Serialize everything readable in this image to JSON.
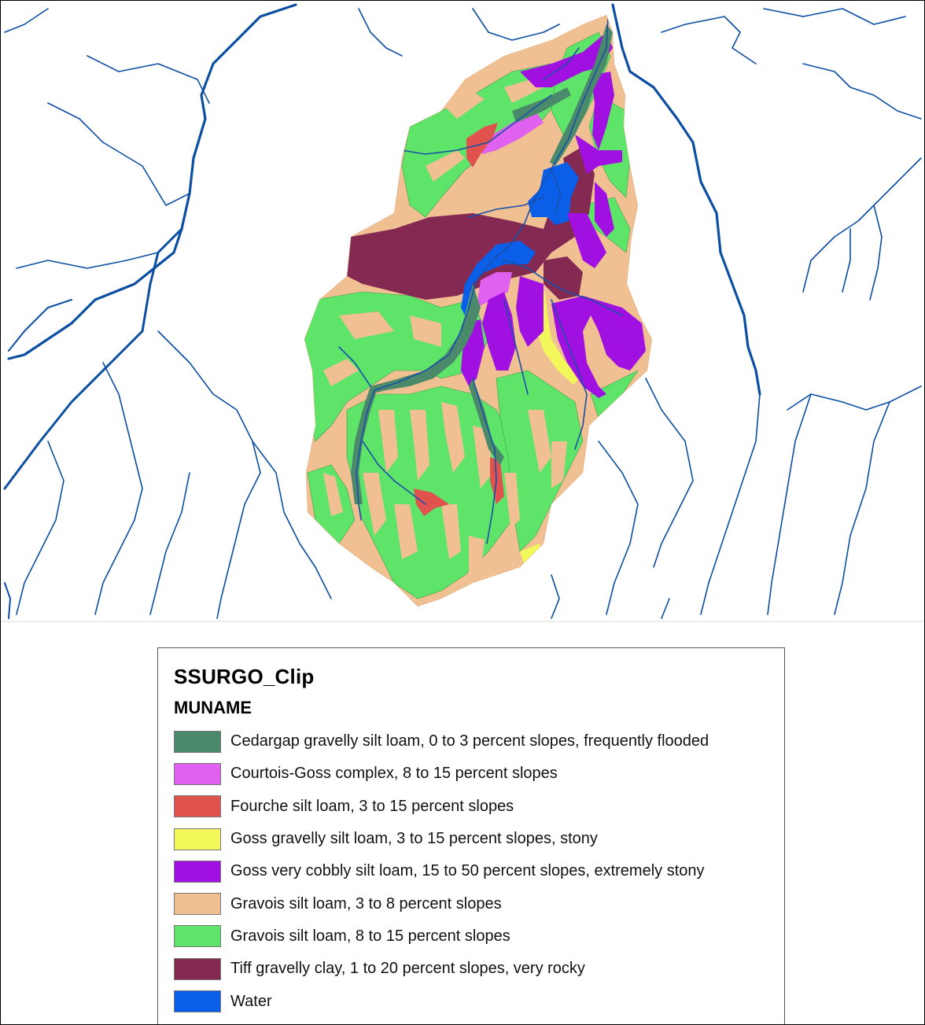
{
  "map": {
    "colors": {
      "stream": "#0b4ea2",
      "watershed_outline": "#f0c39a"
    }
  },
  "legend": {
    "layer_title": "SSURGO_Clip",
    "field_title": "MUNAME",
    "items": [
      {
        "label": "Cedargap gravelly silt loam, 0 to 3 percent slopes, frequently flooded",
        "color": "#4a8a6a"
      },
      {
        "label": "Courtois-Goss complex, 8 to 15 percent slopes",
        "color": "#e060f0"
      },
      {
        "label": "Fourche silt loam, 3 to 15 percent slopes",
        "color": "#e0524e"
      },
      {
        "label": "Goss gravelly silt loam, 3 to 15 percent slopes, stony",
        "color": "#f2f85a"
      },
      {
        "label": "Goss very cobbly silt loam, 15 to 50 percent slopes, extremely stony",
        "color": "#a010e0"
      },
      {
        "label": "Gravois silt loam, 3 to 8 percent slopes",
        "color": "#f0bf92"
      },
      {
        "label": "Gravois silt loam, 8 to 15 percent slopes",
        "color": "#5fe46a"
      },
      {
        "label": "Tiff gravelly clay, 1 to 20 percent slopes, very rocky",
        "color": "#842a52"
      },
      {
        "label": "Water",
        "color": "#0a5ee8"
      }
    ]
  }
}
